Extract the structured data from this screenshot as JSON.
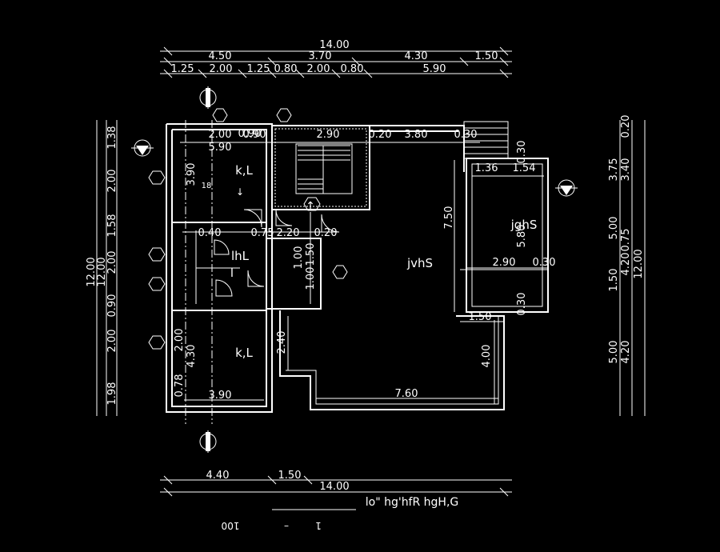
{
  "dimensions": {
    "top_total": "14.00",
    "top_row2": [
      "4.50",
      "3.70",
      "4.30",
      "1.50"
    ],
    "top_row3": [
      "1.25",
      "2.00",
      "1.25",
      "0.80",
      "2.00",
      "0.80",
      "5.90"
    ],
    "bottom_row": [
      "4.40",
      "1.50"
    ],
    "bottom_total": "14.00",
    "left_total": "12.00",
    "left_total_b": "12.00",
    "left_row_a": [
      "1.38",
      "2.00",
      "1.58",
      "2.00",
      "0.90",
      "2.00",
      "1.98"
    ],
    "right_a": [
      "0.20",
      "3.75",
      "3.40",
      "5.00",
      "1.50",
      "0.75",
      "5.00",
      "4.20",
      "12.00",
      "4.20"
    ],
    "interior": [
      "2.00",
      "0.90",
      "2.90",
      "0.20",
      "3.80",
      "0.30",
      "5.90",
      "3.90",
      "7.50",
      "1.36",
      "1.54",
      "0.30",
      "5.80",
      "2.90",
      "0.30",
      "1.50",
      "0.30",
      "2.40",
      "4.00",
      "7.60",
      "3.90",
      "4.30",
      "2.00",
      "0.78",
      "1.00",
      "0.90",
      "0.40",
      "2.20",
      "0.20",
      "1.00",
      "1.50",
      "0.75"
    ]
  },
  "rooms": {
    "bedroom_top": "k,L",
    "bedroom_bottom": "k,L",
    "living": "jvhS",
    "terrace": "jghS",
    "bath": "lhL",
    "bath_small": "l"
  },
  "titles": {
    "plan_title": "lo\" hg'hfR hgH,G",
    "scale_left": "100",
    "scale_mid": "1",
    "scale_dash": "–"
  },
  "small_marks": {
    "stair_note": "18",
    "arrow_a": "↑",
    "arrow_b": "↓"
  },
  "colors": {
    "background": "#000000",
    "lines": "#ffffff"
  }
}
